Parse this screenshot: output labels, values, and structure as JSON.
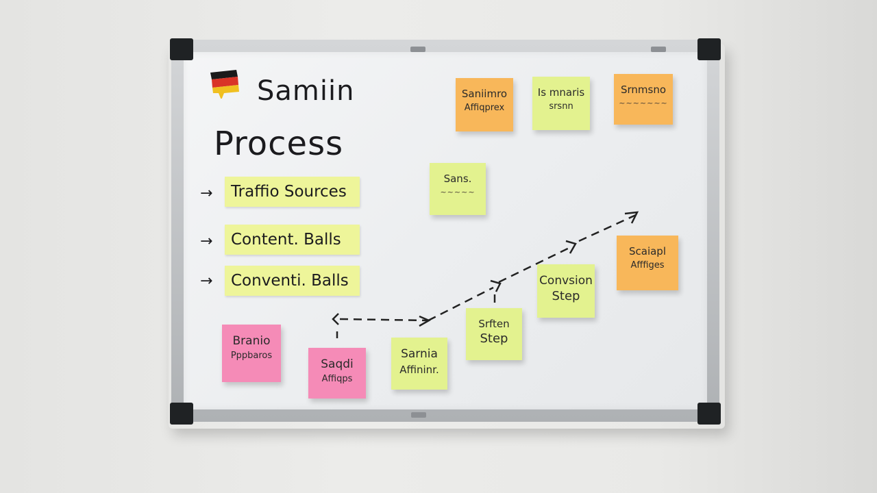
{
  "board": {
    "title_line1": "Samiin",
    "title_line2": "Process",
    "flag_icon": "flag-icon",
    "colors": {
      "orange_note": "#f8b75a",
      "green_note": "#e3f28f",
      "pink_note": "#f58bb7",
      "label_strip": "#eef59a"
    }
  },
  "list_items": [
    {
      "arrow": "→",
      "label": "Traffio Sources"
    },
    {
      "arrow": "→",
      "label": "Content. Balls"
    },
    {
      "arrow": "→",
      "label": "Conventi. Balls"
    }
  ],
  "notes": {
    "top_orange_left": {
      "line1": "Saniimro",
      "line2": "Affiqprex"
    },
    "top_green": {
      "line1": "Is mnaris",
      "line2": "srsnn"
    },
    "top_orange_right": {
      "line1": "Srnmsno"
    },
    "mid_green": {
      "line1": "Sans."
    },
    "right_orange": {
      "line1": "Scaiapl",
      "line2": "Afffiges"
    },
    "conversion_step": {
      "line1": "Convsion",
      "line2": "Step"
    },
    "step_green": {
      "line1": "Srften",
      "line2": "Step"
    },
    "samia": {
      "line1": "Sarnia",
      "line2": "Affininr."
    },
    "pink_saqdi": {
      "line1": "Saqdi",
      "line2": "Affiqps"
    },
    "pink_branio": {
      "line1": "Branio",
      "line2": "Pppbaros"
    }
  }
}
